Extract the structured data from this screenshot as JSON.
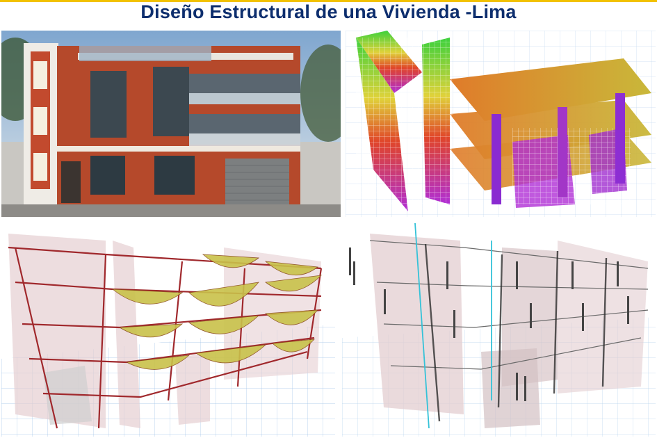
{
  "header": {
    "title": "Diseño Estructural de una Vivienda -Lima"
  },
  "panels": [
    {
      "name": "architectural-render",
      "icon": "building-render-image"
    },
    {
      "name": "stress-contour-model",
      "icon": "3d-model-contour-image"
    },
    {
      "name": "moment-diagram-model",
      "icon": "3d-moment-diagram-image"
    },
    {
      "name": "displacement-values-model",
      "icon": "3d-displacement-labels-image"
    }
  ],
  "colors": {
    "title": "#0d2e6e",
    "facade": "#b5492b",
    "moment_fill": "#c9c24a",
    "member_red": "#a0282c",
    "wall_pink": "#e6cfd2",
    "grid_blue": "#9fc3e8"
  }
}
